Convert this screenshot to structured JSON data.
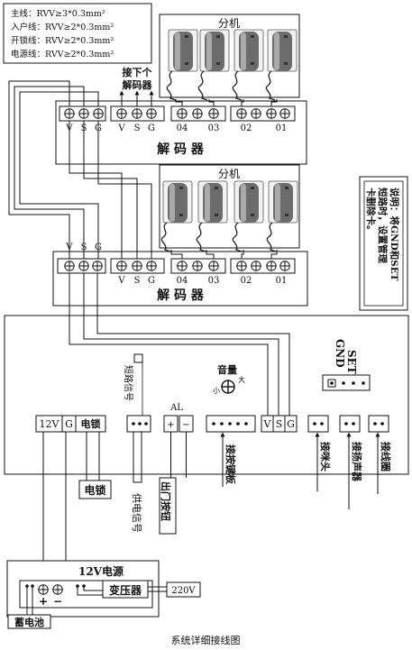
{
  "legend": {
    "line1": "主线：RVV≥3*0.3mm²",
    "line2": "入户线：RVV≥2*0.3mm²",
    "line3": "开锁线：RVV≥2*0.3mm²",
    "line4": "电源线：RVV≥2*0.3mm²"
  },
  "extensions_label": "分机",
  "next_decoder_label_1": "接下个",
  "next_decoder_label_2": "解码器",
  "decoder_label": "解 码 器",
  "terminal": {
    "v": "V",
    "s": "S",
    "g": "G",
    "p04": "04",
    "p03": "03",
    "p02": "02",
    "p01": "01"
  },
  "note_lines": [
    "说明：将GND和SET",
    "短路时，设置管理",
    "卡删除卡。"
  ],
  "set_label": "SET",
  "gnd_label": "GND",
  "volume": {
    "title": "音量",
    "big": "大",
    "small": "小"
  },
  "short_signal": "短路信号",
  "al_label": "AL",
  "al_plus": "+",
  "al_minus": "−",
  "main_terms": {
    "v12": "12V",
    "g": "G",
    "lock": "电锁",
    "v": "V",
    "s": "S",
    "g2": "G"
  },
  "lock_box": "电锁",
  "supply_signal": "供电信号",
  "exit_button": "出门按钮",
  "keypad": "接按键板",
  "mic": "接咪头",
  "speaker": "接扬声器",
  "coil": "接线圈",
  "psu": {
    "title": "12V电源",
    "plus": "+",
    "minus": "−",
    "transformer": "变压器",
    "ac": "220V",
    "battery": "蓄电池"
  },
  "caption": "系统详细接线图"
}
